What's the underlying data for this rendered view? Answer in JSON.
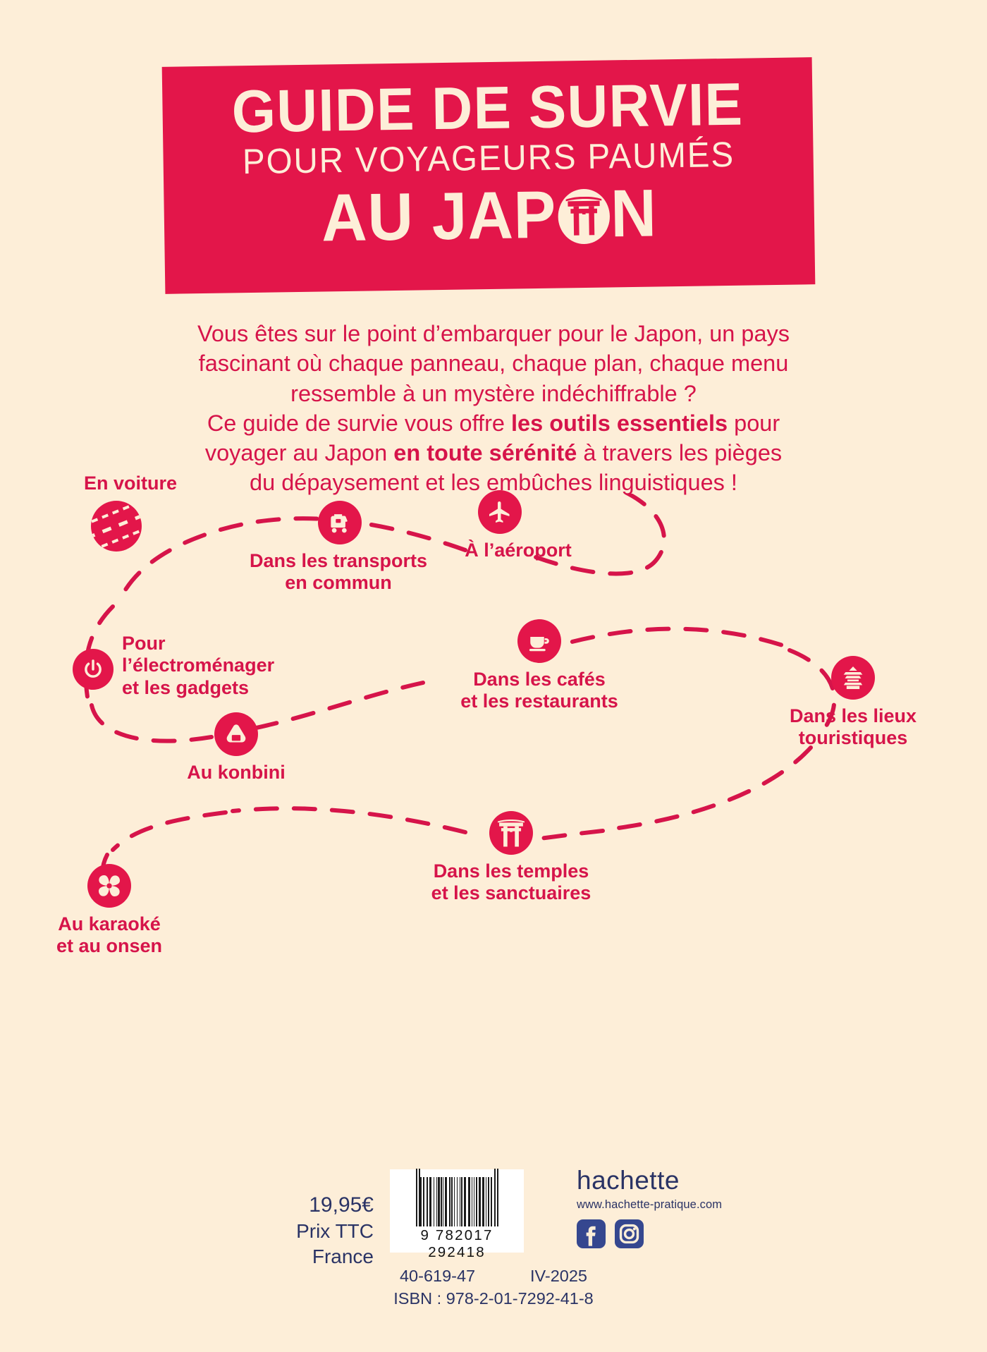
{
  "cover": {
    "bg_color": "#fdeed8",
    "accent_red": "#e3164a",
    "text_red": "#d6144a",
    "navy": "#2a3365"
  },
  "title": {
    "line1": "GUIDE DE SURVIE",
    "line2": "POUR VOYAGEURS PAUMÉS",
    "line3_before": "AU JAP",
    "line3_after": "N",
    "torii_icon": "torii-gate-icon"
  },
  "intro": {
    "lines": [
      "Vous êtes sur le point d’embarquer pour le Japon, un pays",
      "fascinant où chaque panneau, chaque plan, chaque menu",
      "ressemble à un mystère indéchiffrable ?"
    ],
    "line4_a": "Ce guide de survie vous offre ",
    "line4_bold": "les outils essentiels",
    "line4_b": " pour",
    "line5_a": "voyager au Japon ",
    "line5_bold": "en toute sérénité",
    "line5_b": " à travers les pièges",
    "line6": "du dépaysement et les embûches linguistiques !"
  },
  "map": {
    "nodes": [
      {
        "id": "aeroport",
        "label": "À l’aéroport",
        "icon": "airplane-icon"
      },
      {
        "id": "voiture",
        "label": "En voiture",
        "icon": "road-icon"
      },
      {
        "id": "transports",
        "label": "Dans les transports\nen commun",
        "icon": "train-icon"
      },
      {
        "id": "gadgets",
        "label": "Pour\nl’électroménager\net les gadgets",
        "icon": "power-button-icon"
      },
      {
        "id": "cafes",
        "label": "Dans les cafés\net les restaurants",
        "icon": "coffee-cup-icon"
      },
      {
        "id": "touristiques",
        "label": "Dans les lieux\ntouristiques",
        "icon": "pagoda-icon"
      },
      {
        "id": "konbini",
        "label": "Au konbini",
        "icon": "onigiri-icon"
      },
      {
        "id": "temples",
        "label": "Dans les temples\net les sanctuaires",
        "icon": "torii-gate-icon"
      },
      {
        "id": "karaoke",
        "label": "Au karaoké\net au onsen",
        "icon": "pinwheel-icon"
      }
    ]
  },
  "footer": {
    "price": "19,95€",
    "price_line2": "Prix TTC",
    "price_line3": "France",
    "barcode_number": "9 782017 292418",
    "publisher": "hachette",
    "website": "www.hachette-pratique.com",
    "social": [
      "facebook-icon",
      "instagram-icon"
    ],
    "ref_code": "40-619-47",
    "edition": "IV-2025",
    "isbn": "ISBN : 978-2-01-7292-41-8"
  }
}
